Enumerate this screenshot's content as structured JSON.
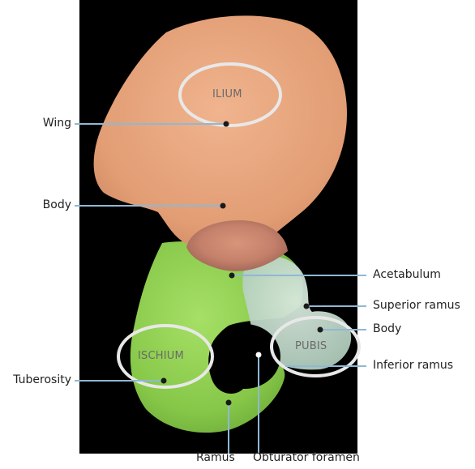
{
  "regions": {
    "ilium": "ILIUM",
    "ischium": "ISCHIUM",
    "pubis": "PUBIS"
  },
  "labels": {
    "wing": "Wing",
    "body_ilium": "Body",
    "acetabulum": "Acetabulum",
    "superior_ramus": "Superior ramus",
    "body_pubis": "Body",
    "inferior_ramus": "Inferior ramus",
    "tuberosity": "Tuberosity",
    "ramus": "Ramus",
    "obturator_foramen": "Obturator foramen"
  },
  "colors": {
    "background_panel": "#000000",
    "ilium_bone": "#e7a27a",
    "ischium_bone": "#8fd24f",
    "pubis_bone": "#c7ddd0",
    "leader_line": "#8fb8d4",
    "outline_ring": "#e8e8e8"
  }
}
